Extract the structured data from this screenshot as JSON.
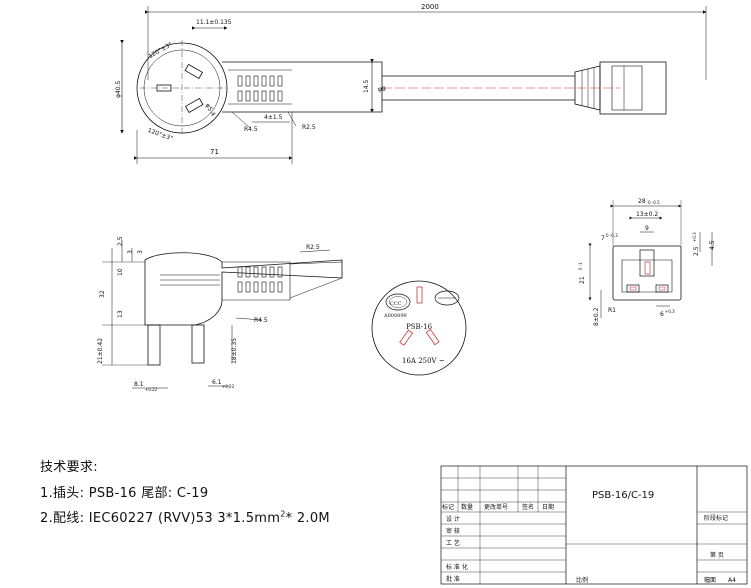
{
  "dimensions": {
    "total_length": "2000",
    "plug_width": "11.1±0.135",
    "plug_head_diameter": "φ40.5",
    "cord_diameter": "14.5",
    "cord_diameter_alt": "φ9",
    "plug_length": "71",
    "radius_small": "R4.5",
    "radius_large": "R2.5",
    "pin_offset": "4±1.5",
    "angle_top": "120°±3°",
    "angle_bottom": "120°±3°",
    "hole": "φ5.4",
    "side_25": "2.5",
    "side_3a": "3",
    "side_3b": "3",
    "side_10": "10",
    "side_32": "32",
    "side_13": "13",
    "side_pin_len": "21±0.42",
    "side_pin_len2": "18±0.35",
    "side_r25": "R2.5",
    "side_r45": "R4.5",
    "pin_width_1": "8.1",
    "pin_width_1_tol": "+0.22",
    "pin_width_2": "6.1",
    "pin_width_2_tol": "+0.22",
    "c19_width": "28",
    "c19_width_tol": "0  -0.5",
    "c19_inner": "13±0.2",
    "c19_7": "7",
    "c19_7_tol": "0  -0.3",
    "c19_9": "9",
    "c19_2_5": "2.5",
    "c19_2_5_tol": "+0.3",
    "c19_4_5": "4.5",
    "c19_21": "21",
    "c19_21_tol": "0  -1",
    "c19_8": "8±0.2",
    "c19_r1": "R1",
    "c19_6": "6",
    "c19_6_tol": "+0.3"
  },
  "face_marks": {
    "ccc": "CCC",
    "cert_no": "A000899",
    "model": "PSB-16",
    "rating": "16A  250V  ~"
  },
  "requirements": {
    "heading": "技术要求:",
    "line1": "1.插头: PSB-16  尾部: C-19",
    "line2_prefix": "2.配线: IEC60227 (RVV)53 3*1.5mm",
    "line2_sup": "2",
    "line2_suffix": "* 2.0M"
  },
  "title_block": {
    "part_name": "PSB-16/C-19",
    "col_mark": "标记",
    "col_qty": "数量",
    "col_change": "更改单号",
    "col_sign": "签名",
    "col_date": "日期",
    "row_design": "设    计",
    "row_check": "审    核",
    "row_process": "工    艺",
    "row_std": "标 准 化",
    "row_approve": "批    准",
    "stage_mark": "阶段标记",
    "sheet": "第    页",
    "scale": "比例",
    "format_label": "幅面",
    "format_value": "A4"
  }
}
